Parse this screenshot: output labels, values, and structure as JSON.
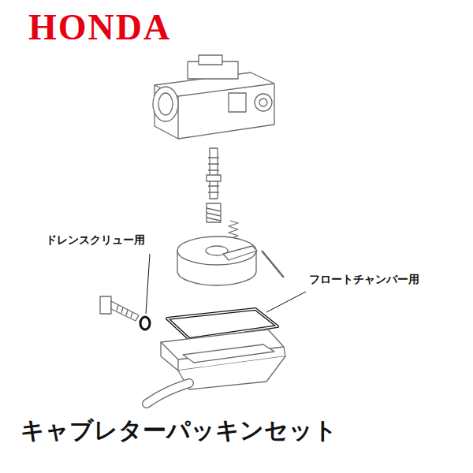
{
  "diagram": {
    "title": "キャブレターパッキンセット",
    "labels": [
      "HONDA",
      "ドレンスクリュー用",
      "フロートチャンバー用"
    ]
  }
}
